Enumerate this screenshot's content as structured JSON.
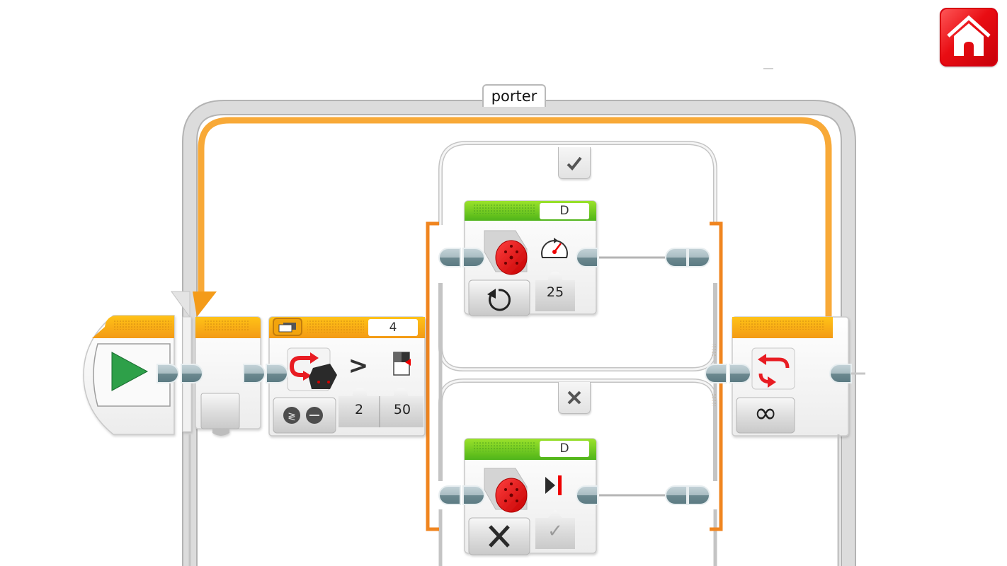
{
  "toolbar": {
    "home_button_icon": "home-icon",
    "home_button_color": "#e8141b"
  },
  "program": {
    "loop": {
      "name": "porter",
      "mode_icon": "loop-unlimited-icon",
      "mode_value": "∞",
      "color": "#f7a535"
    },
    "start_block": {
      "icon": "play-icon",
      "color": "#2ea04a"
    },
    "switch": {
      "header_port": "4",
      "sensor_icon": "color-sensor-icon",
      "mode_icon": "compare-reflected-light-icon",
      "comparison_icon": "greater-than",
      "comparison_symbol": ">",
      "threshold_icon": "reflected-light-intensity-icon",
      "compare_type": "2",
      "threshold": "50",
      "cases": [
        {
          "label": "true",
          "icon": "check-icon"
        },
        {
          "label": "false",
          "icon": "x-icon"
        }
      ]
    },
    "motor_blocks": [
      {
        "case": "true",
        "port": "D",
        "motor_icon": "medium-motor-icon",
        "mode_icon": "on-icon",
        "param_icon": "power-gauge-icon",
        "power": "25"
      },
      {
        "case": "false",
        "port": "D",
        "motor_icon": "medium-motor-icon",
        "mode_icon": "off-icon",
        "param_icon": "brake-icon",
        "brake_at_end": "✓"
      }
    ]
  }
}
